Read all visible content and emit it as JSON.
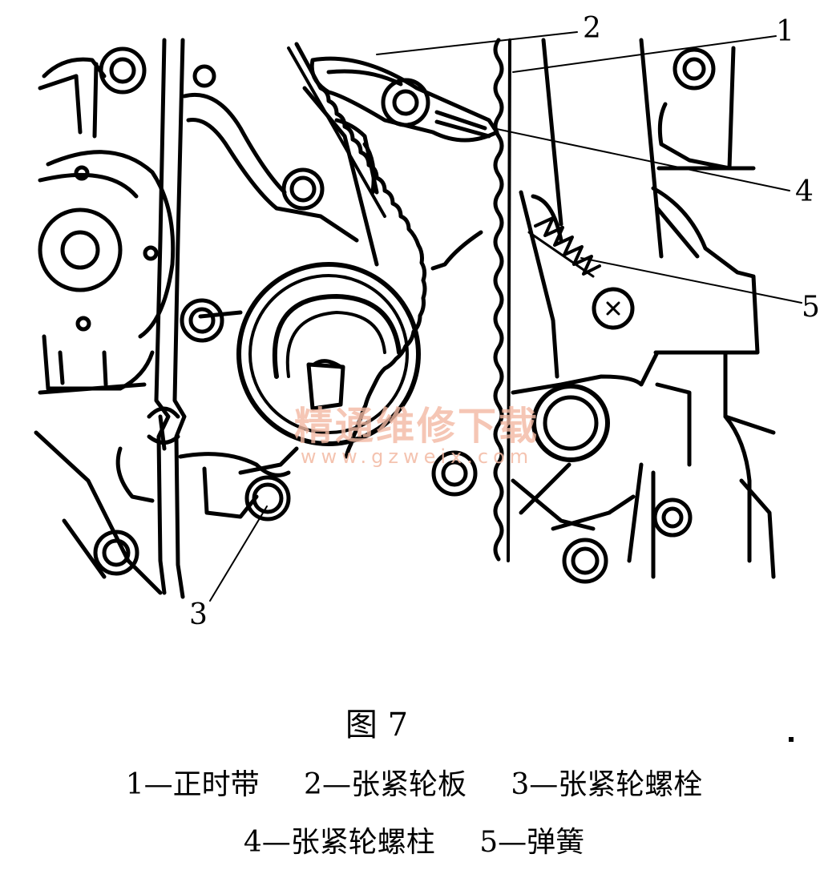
{
  "figure": {
    "callouts": [
      {
        "id": "1",
        "text": "1"
      },
      {
        "id": "2",
        "text": "2"
      },
      {
        "id": "3",
        "text": "3"
      },
      {
        "id": "4",
        "text": "4"
      },
      {
        "id": "5",
        "text": "5"
      }
    ],
    "watermark": {
      "text": "精通维修下载",
      "url": "www.gzweix.com"
    }
  },
  "caption": {
    "title": "图 7",
    "legend": [
      {
        "number": "1",
        "label": "1—正时带"
      },
      {
        "number": "2",
        "label": "2—张紧轮板"
      },
      {
        "number": "3",
        "label": "3—张紧轮螺栓"
      },
      {
        "number": "4",
        "label": "4—张紧轮螺柱"
      },
      {
        "number": "5",
        "label": "5—弹簧"
      }
    ]
  }
}
